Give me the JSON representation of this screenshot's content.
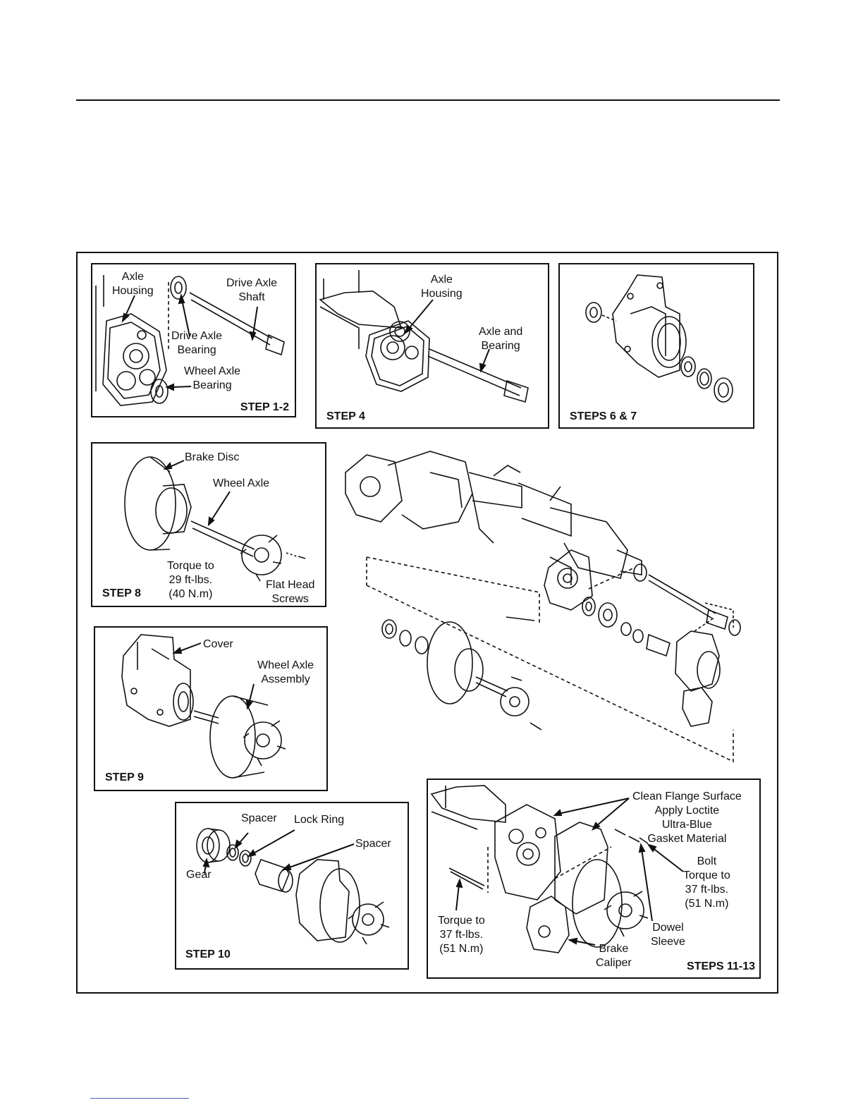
{
  "figure": {
    "step12": {
      "step": "STEP 1-2",
      "axle_housing": [
        "Axle",
        "Housing"
      ],
      "drive_axle_shaft": [
        "Drive Axle",
        "Shaft"
      ],
      "drive_axle_bearing": [
        "Drive Axle",
        "Bearing"
      ],
      "wheel_axle_bearing": [
        "Wheel Axle",
        "Bearing"
      ]
    },
    "step4": {
      "step": "STEP 4",
      "axle_housing": [
        "Axle",
        "Housing"
      ],
      "axle_and_bearing": [
        "Axle and",
        "Bearing"
      ]
    },
    "step67": {
      "step": "STEPS 6 & 7"
    },
    "step8": {
      "step": "STEP 8",
      "brake_disc": "Brake Disc",
      "wheel_axle": "Wheel Axle",
      "torque": [
        "Torque to",
        "29 ft-lbs.",
        "(40 N.m)"
      ],
      "flat_head_screws": [
        "Flat Head",
        "Screws"
      ]
    },
    "step9": {
      "step": "STEP 9",
      "cover": "Cover",
      "wheel_axle_assembly": [
        "Wheel Axle",
        "Assembly"
      ]
    },
    "step10": {
      "step": "STEP 10",
      "spacer_1": "Spacer",
      "lock_ring": "Lock Ring",
      "spacer_2": "Spacer",
      "gear": "Gear"
    },
    "step1113": {
      "step": "STEPS 11-13",
      "flange_note": [
        "Clean Flange Surface",
        "Apply Loctite",
        "Ultra-Blue",
        "Gasket Material"
      ],
      "bolt": [
        "Bolt",
        "Torque to",
        "37 ft-lbs.",
        "(51 N.m)"
      ],
      "torque": [
        "Torque to",
        "37 ft-lbs.",
        "(51 N.m)"
      ],
      "dowel_sleeve": [
        "Dowel",
        "Sleeve"
      ],
      "brake_caliper": [
        "Brake",
        "Caliper"
      ]
    }
  }
}
